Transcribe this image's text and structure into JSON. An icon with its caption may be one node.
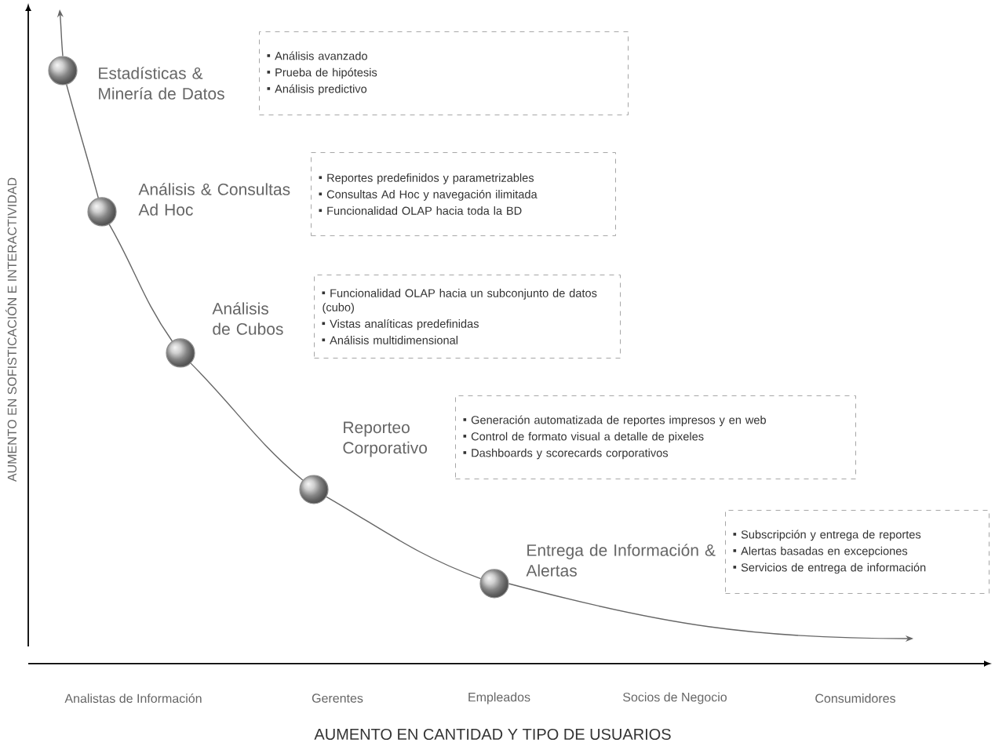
{
  "diagram": {
    "nodes": [
      {
        "text": [],
        "shape": "circle",
        "beside": [
          "Estadísticas & Minería de Datos"
        ]
      },
      {
        "text": [
          "Análisis avanzado",
          "Prueba de hipótesis",
          "Análisis predictivo"
        ]
      },
      {
        "text": [],
        "shape": "circle",
        "beside": [
          "Análisis & Consultas Ad Hoc"
        ]
      },
      {
        "text": [
          "Reportes predefinidos y parametrizables",
          "Consultas Ad Hoc y navegación ilimitada",
          "Funcionalidad OLAP hacia toda la BD"
        ]
      },
      {
        "text": [],
        "shape": "circle",
        "beside": [
          "Análisis de Cubos"
        ]
      },
      {
        "text": [
          "Funcionalidad OLAP hacia un subconjunto de datos (cubo)",
          "Vistas analíticas predefinidas",
          "Análisis multidimensional"
        ]
      },
      {
        "text": [],
        "shape": "circle",
        "beside": [
          "Reporteo Corporativo"
        ]
      },
      {
        "text": [
          "Generación automatizada de reportes impresos y en web",
          "Control de formato visual a detalle de pixeles",
          "Dashboards y scorecards corporativos"
        ]
      },
      {
        "text": [],
        "shape": "circle",
        "beside": [
          "Entrega de Información & Alertas"
        ]
      },
      {
        "text": [
          "Subscripción y entrega de reportes",
          "Alertas basadas en excepciones",
          "Servicios de entrega de información"
        ]
      }
    ],
    "edges": [
      {
        "from": 0,
        "to": null,
        "arrow": "to"
      },
      {
        "from": 0,
        "to": 2,
        "arrow": "none"
      },
      {
        "from": 2,
        "to": 4,
        "arrow": "none"
      },
      {
        "from": 4,
        "to": 6,
        "arrow": "none"
      },
      {
        "from": 6,
        "to": 8,
        "arrow": "none"
      },
      {
        "from": 8,
        "to": null,
        "arrow": "to"
      }
    ],
    "labels": [
      "AUMENTO EN SOFISTICACIÓN E INTERACTIVIDAD",
      "Analistas de Información",
      "Gerentes",
      "Empleados",
      "Socios de Negocio",
      "Consumidores",
      "AUMENTO EN CANTIDAD Y TIPO DE USUARIOS"
    ]
  }
}
